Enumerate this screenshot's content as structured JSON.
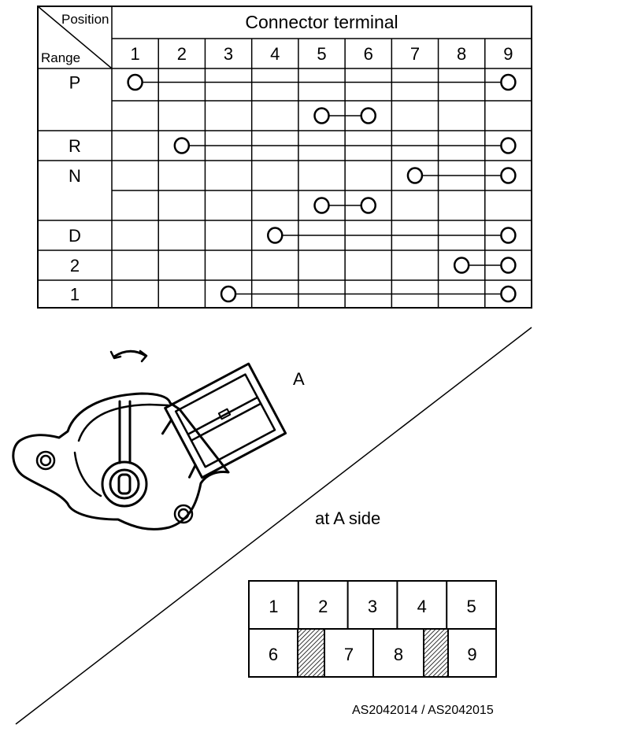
{
  "table": {
    "header_position": "Position",
    "header_range": "Range",
    "header_connector": "Connector terminal",
    "terminals": [
      "1",
      "2",
      "3",
      "4",
      "5",
      "6",
      "7",
      "8",
      "9"
    ],
    "rows": [
      {
        "range": "P",
        "links": [
          [
            1,
            9
          ]
        ]
      },
      {
        "range": "",
        "links": [
          [
            5,
            6
          ]
        ]
      },
      {
        "range": "R",
        "links": [
          [
            2,
            9
          ]
        ]
      },
      {
        "range": "N",
        "links": [
          [
            7,
            9
          ]
        ]
      },
      {
        "range": "",
        "links": [
          [
            5,
            6
          ]
        ]
      },
      {
        "range": "D",
        "links": [
          [
            4,
            9
          ]
        ]
      },
      {
        "range": "2",
        "links": [
          [
            8,
            9
          ]
        ]
      },
      {
        "range": "1",
        "links": [
          [
            3,
            9
          ]
        ]
      }
    ],
    "symbol": "O"
  },
  "diagram": {
    "view_label": "A",
    "side_label": "at  A  side"
  },
  "connector_face": {
    "top_row": [
      "1",
      "",
      "2",
      "",
      "3",
      "",
      "4",
      "",
      "5"
    ],
    "top_cells": [
      "1",
      "2",
      "3",
      "4",
      "5"
    ],
    "bottom_cells": [
      "6",
      "",
      "7",
      "8",
      "",
      "9"
    ]
  },
  "figure_id": "AS2042014 / AS2042015"
}
